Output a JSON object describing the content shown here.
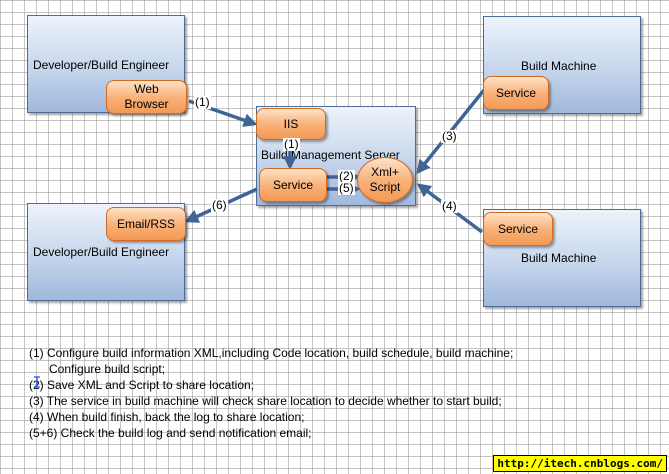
{
  "boxes": {
    "dev_top": "Developer/Build Engineer",
    "dev_bottom": "Developer/Build Engineer",
    "build_server": "Build Management Server",
    "build_machine_top": "Build Machine",
    "build_machine_bottom": "Build Machine"
  },
  "pills": {
    "web_browser": "Web\nBrowser",
    "iis": "IIS",
    "server_service": "Service",
    "xml_script": "Xml+\nScript",
    "email_rss": "Email/RSS",
    "machine_service_top": "Service",
    "machine_service_bottom": "Service"
  },
  "steps": {
    "s1a": "(1)",
    "s1b": "(1)",
    "s2": "(2)",
    "s5": "(5)",
    "s3": "(3)",
    "s4": "(4)",
    "s6": "(6)"
  },
  "notes": [
    "(1) Configure build information XML,including Code location, build schedule, build machine;",
    "Configure build script;",
    "(2) Save XML and Script to share location;",
    "(3) The service in build machine will check share location to decide whether to start build;",
    "(4) When build finish, back the log to share location;",
    "(5+6) Check the build log and send notification email;"
  ],
  "watermark": "http://itech.cnblogs.com/",
  "colors": {
    "arrow": "#3f6596",
    "box_border": "#4f6c96",
    "pill_border": "#d2691e"
  }
}
